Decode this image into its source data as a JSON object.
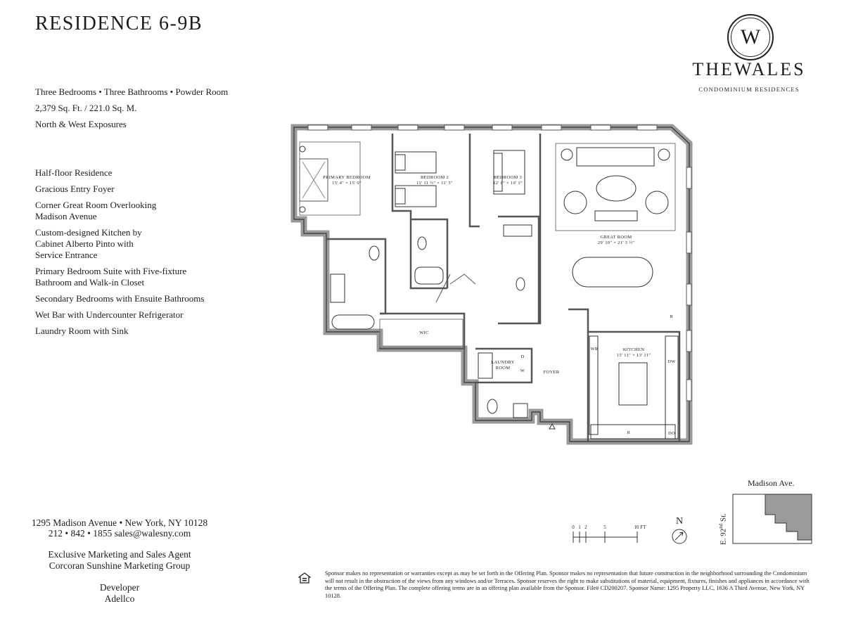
{
  "header": {
    "title": "RESIDENCE 6-9B"
  },
  "specs": {
    "rooms": "Three Bedrooms  •  Three Bathrooms  •  Powder Room",
    "area": "2,379 Sq. Ft. / 221.0 Sq. M.",
    "exposures": "North & West Exposures"
  },
  "features": [
    "Half-floor Residence",
    "Gracious Entry Foyer",
    "Corner Great Room Overlooking Madison Avenue",
    "Custom-designed Kitchen by Cabinet Alberto Pinto with Service Entrance",
    "Primary Bedroom Suite with Five-fixture Bathroom and Walk-in Closet",
    "Secondary Bedrooms with Ensuite Bathrooms",
    "Wet Bar with Undercounter Refrigerator",
    "Laundry Room with Sink"
  ],
  "brand": {
    "monogram": "W",
    "name": "THEWALES",
    "tagline": "CONDOMINIUM RESIDENCES"
  },
  "floorplan": {
    "rooms": [
      {
        "name": "PRIMARY BEDROOM",
        "dims": "15' 4\" × 15' 0\""
      },
      {
        "name": "BEDROOM 2",
        "dims": "11' 11 ½\" × 11' 5\""
      },
      {
        "name": "BEDROOM 3",
        "dims": "12' 0\" × 10' 1\""
      },
      {
        "name": "GREAT ROOM",
        "dims": "29' 10\" × 21' 3 ½\""
      },
      {
        "name": "KITCHEN",
        "dims": "15' 11\" × 13' 11\""
      }
    ],
    "labels": {
      "wic": "WIC",
      "laundry1": "LAUNDRY",
      "laundry2": "ROOM",
      "foyer": "FOYER",
      "d": "D",
      "w": "W",
      "wr": "WR",
      "dw": "DW",
      "r_bar": "R",
      "r_kitchen": "R",
      "do": "DO"
    }
  },
  "scale": {
    "ticks": [
      "0",
      "1",
      "2",
      "5",
      "10 FT"
    ]
  },
  "compass": {
    "letter": "N"
  },
  "keymap": {
    "avenue": "Madison Ave.",
    "street": "E. 92",
    "street_sup": "nd",
    "street_suffix": " St."
  },
  "contact": {
    "address": "1295 Madison Avenue • New York, NY 10128",
    "phone_email": "212 • 842 • 1855    sales@walesny.com",
    "agent_label": "Exclusive Marketing and Sales Agent",
    "agent_name": "Corcoran Sunshine Marketing Group",
    "developer_label": "Developer",
    "developer_name": "Adellco"
  },
  "legal": "Sponsor makes no representation or warranties except as may be set forth in the Offering Plan. Sponsor makes no representation that future construction in the neighborhood surrounding the Condominium will not result in the obstruction of the views from any windows and/or Terraces. Sponsor reserves the right to make substitutions of material, equipment, fixtures, finishes and appliances in accordance with the terms of the Offering Plan. The complete offering terms are in an offering plan available from the Sponsor. File# CD200207. Sponsor Name: 1295 Property LLC, 1636 A Third Avenue, New York, NY 10128."
}
